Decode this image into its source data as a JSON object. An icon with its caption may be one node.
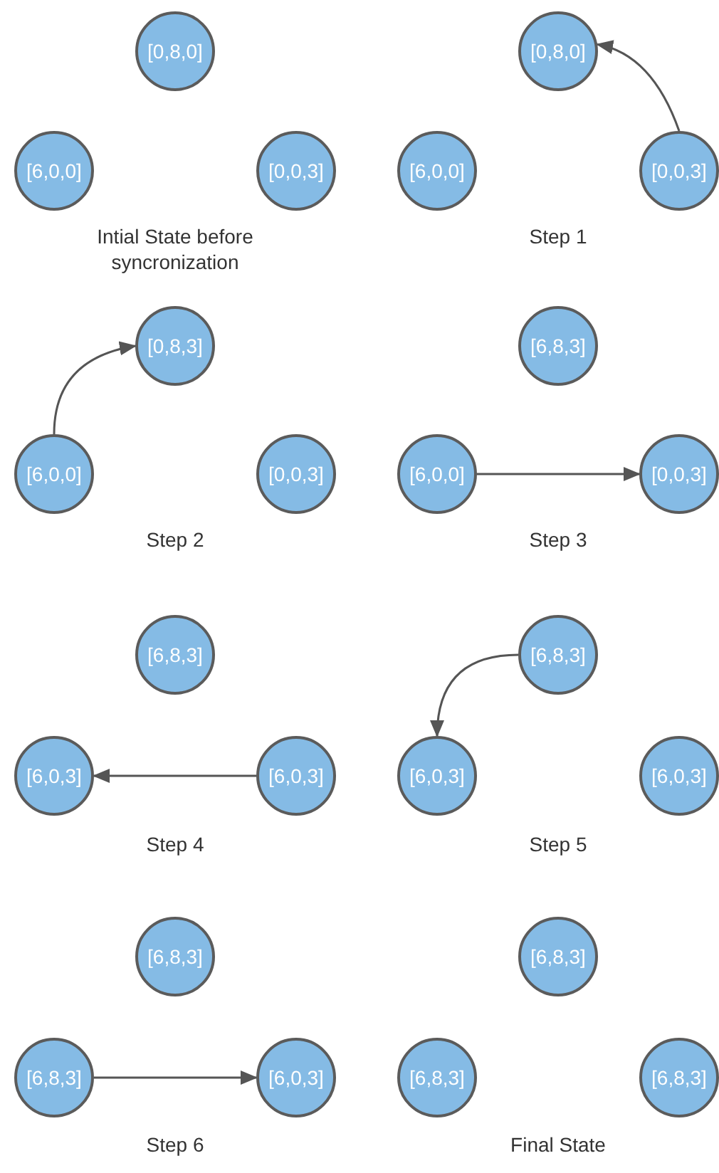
{
  "diagram": {
    "nodes": [
      {
        "text": [
          "[0,8,0]"
        ]
      },
      {
        "text": [
          "[6,0,0]"
        ]
      },
      {
        "text": [
          "[0,0,3]"
        ]
      },
      {
        "text": [
          "[0,8,0]"
        ]
      },
      {
        "text": [
          "[6,0,0]"
        ]
      },
      {
        "text": [
          "[0,0,3]"
        ]
      },
      {
        "text": [
          "[0,8,3]"
        ]
      },
      {
        "text": [
          "[6,0,0]"
        ]
      },
      {
        "text": [
          "[0,0,3]"
        ]
      },
      {
        "text": [
          "[6,8,3]"
        ]
      },
      {
        "text": [
          "[6,0,0]"
        ]
      },
      {
        "text": [
          "[0,0,3]"
        ]
      },
      {
        "text": [
          "[6,8,3]"
        ]
      },
      {
        "text": [
          "[6,0,3]"
        ]
      },
      {
        "text": [
          "[6,0,3]"
        ]
      },
      {
        "text": [
          "[6,8,3]"
        ]
      },
      {
        "text": [
          "[6,0,3]"
        ]
      },
      {
        "text": [
          "[6,0,3]"
        ]
      },
      {
        "text": [
          "[6,8,3]"
        ]
      },
      {
        "text": [
          "[6,8,3]"
        ]
      },
      {
        "text": [
          "[6,0,3]"
        ]
      },
      {
        "text": [
          "[6,8,3]"
        ]
      },
      {
        "text": [
          "[6,8,3]"
        ]
      },
      {
        "text": [
          "[6,8,3]"
        ]
      }
    ],
    "edges": [
      {
        "from": 5,
        "to": 3,
        "arrow": "to"
      },
      {
        "from": 7,
        "to": 6,
        "arrow": "to"
      },
      {
        "from": 10,
        "to": 11,
        "arrow": "to"
      },
      {
        "from": 14,
        "to": 13,
        "arrow": "to"
      },
      {
        "from": 15,
        "to": 16,
        "arrow": "to"
      },
      {
        "from": 19,
        "to": 20,
        "arrow": "to"
      }
    ],
    "labels": [
      "Intial State before syncronization",
      "Step 1",
      "Step 2",
      "Step 3",
      "Step 4",
      "Step 5",
      "Step 6",
      "Final State"
    ]
  }
}
